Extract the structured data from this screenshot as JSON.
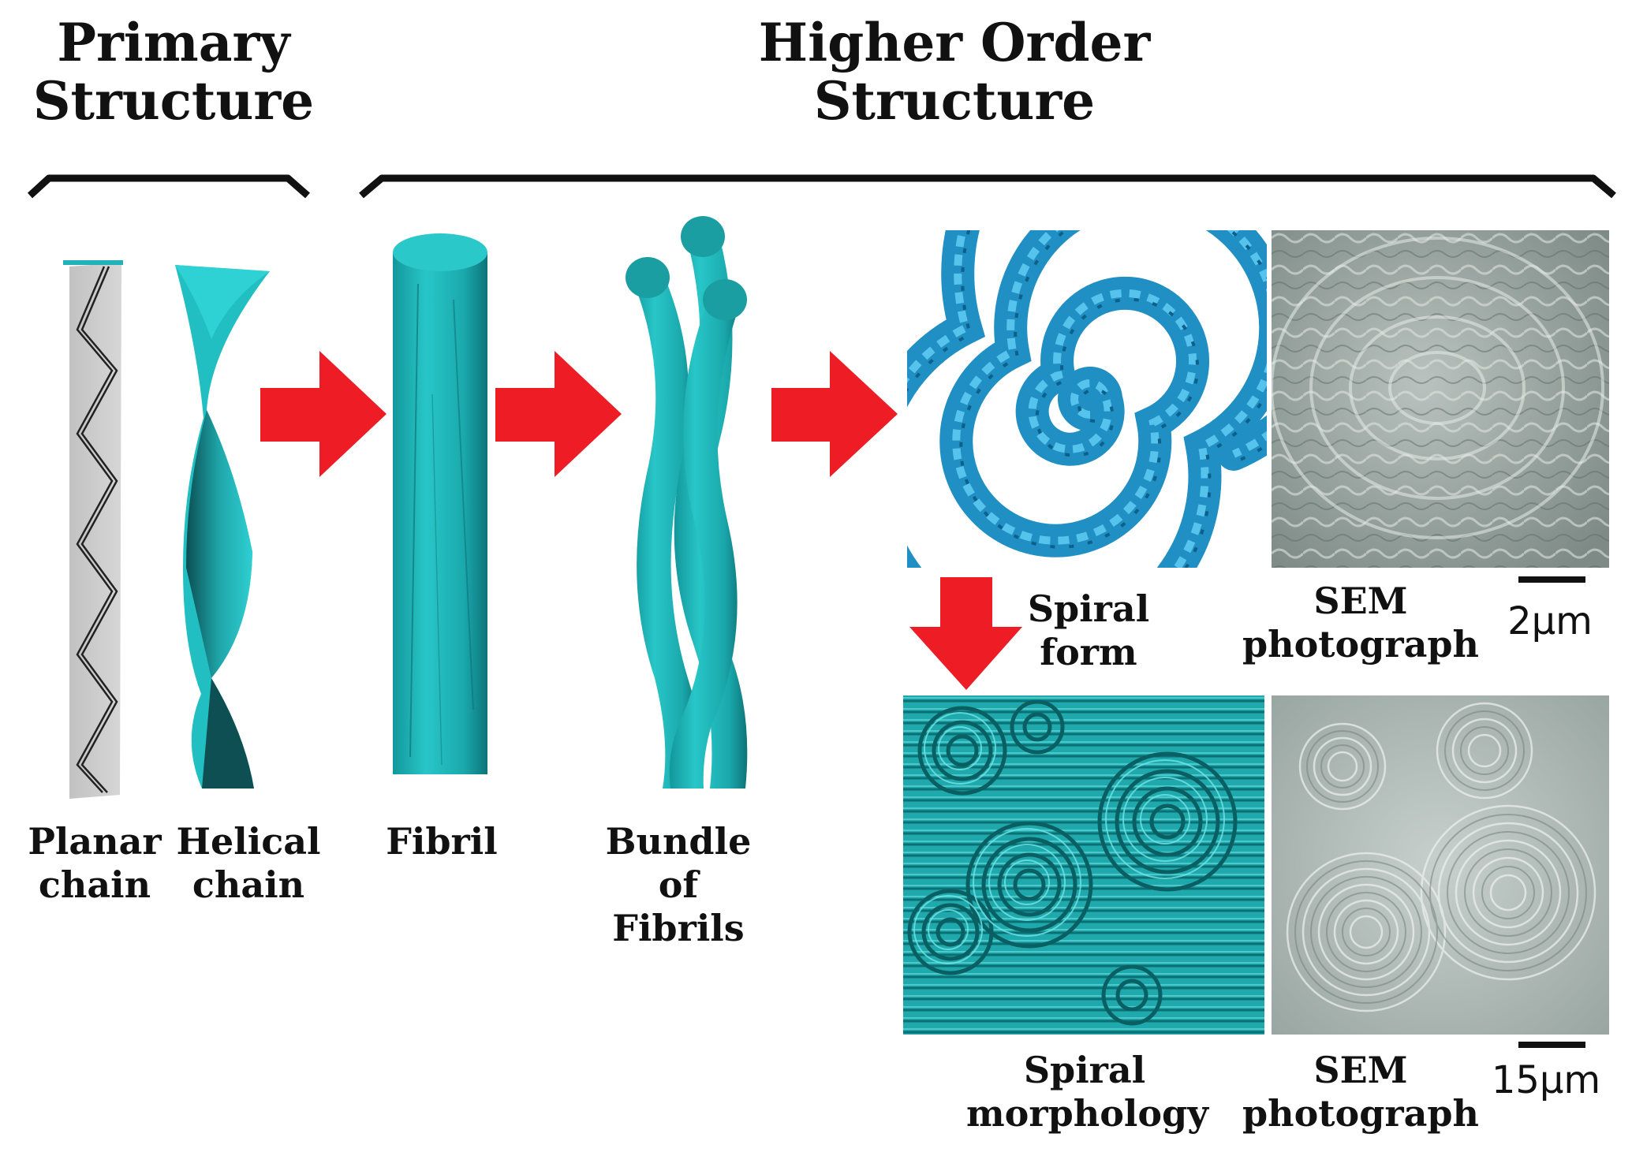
{
  "headers": {
    "primary": [
      "Primary",
      "Structure"
    ],
    "higher": [
      "Higher Order",
      "Structure"
    ]
  },
  "labels": {
    "planar": [
      "Planar",
      "chain"
    ],
    "helical": [
      "Helical",
      "chain"
    ],
    "fibril": [
      "Fibril"
    ],
    "bundle": [
      "Bundle",
      "of",
      "Fibrils"
    ],
    "spiral_form": [
      "Spiral",
      "form"
    ],
    "sem_top": [
      "SEM",
      "photograph"
    ],
    "spiral_morph": [
      "Spiral",
      "morphology"
    ],
    "sem_bottom": [
      "SEM",
      "photograph"
    ]
  },
  "scale_bars": {
    "top": "2μm",
    "bottom": "15μm"
  },
  "colors": {
    "teal": "#20b2b6",
    "teal_dark": "#0f7f84",
    "arrow_red": "#ee1c24",
    "spiral_blue": "#1f8fc4",
    "sem_gray": "#9aa6a2"
  }
}
